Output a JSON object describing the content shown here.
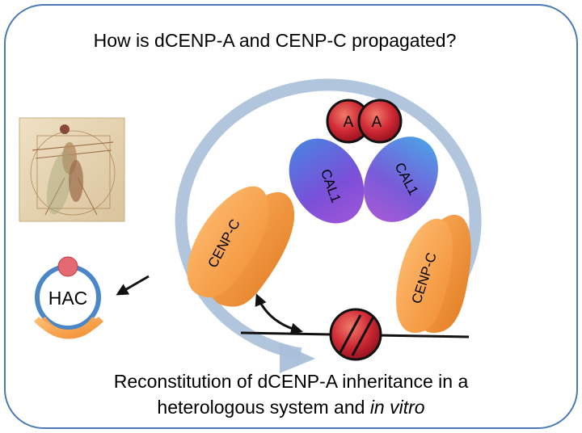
{
  "title": "How is dCENP-A and CENP-C propagated?",
  "footer": {
    "line1": "Reconstitution of dCENP-A inheritance in a",
    "line2_plain": "heterologous system and ",
    "line2_italic": "in vitro"
  },
  "labels": {
    "nucleosome_a_left": "A",
    "nucleosome_a_right": "A",
    "cal1_left": "CAL1",
    "cal1_right": "CAL1",
    "cenpc_left": "CENP-C",
    "cenpc_right": "CENP-C",
    "hac": "HAC"
  },
  "colors": {
    "panel_border": "#4a7ab5",
    "cycle_arrow": "#a9bfd9",
    "cal1": "#7b5cd6",
    "cenpc": "#f4a44e",
    "nucleosome": "#c8202f",
    "hac_ring": "#4a86c8"
  },
  "icons": [
    "vitruvian-fly-image",
    "cycle-arrow",
    "double-headed-arrow",
    "pointer-arrow"
  ]
}
